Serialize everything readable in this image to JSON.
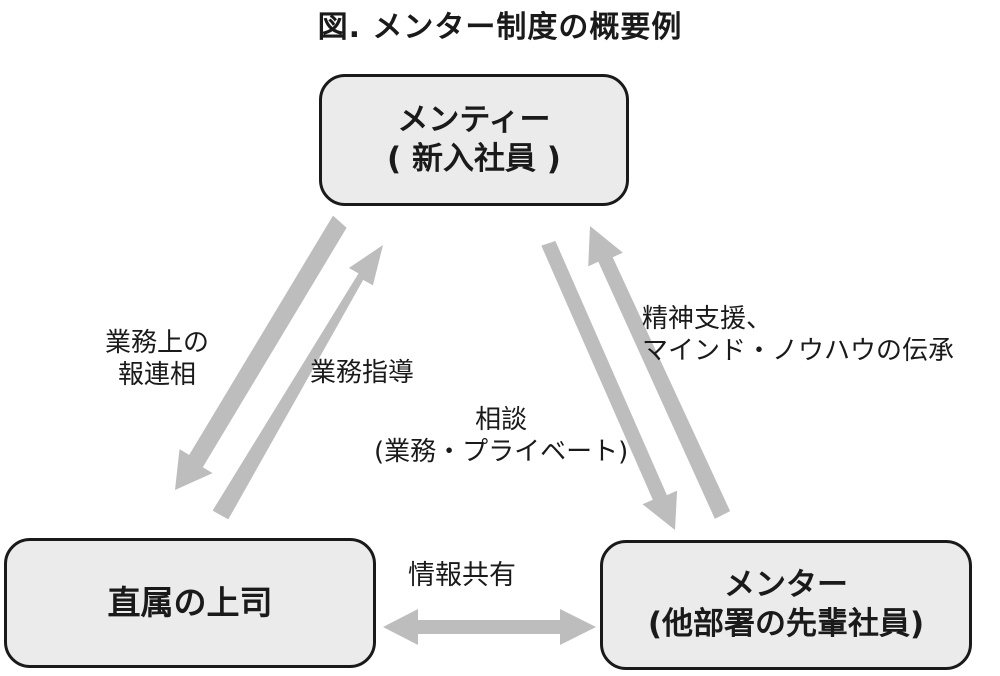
{
  "title": "図. メンター制度の概要例",
  "nodes": {
    "mentee": {
      "line1": "メンティー",
      "line2": "( 新入社員 )"
    },
    "boss": {
      "label": "直属の上司"
    },
    "mentor": {
      "line1": "メンター",
      "line2": "(他部署の先輩社員)"
    }
  },
  "edges": {
    "report": {
      "line1": "業務上の",
      "line2": "報連相"
    },
    "guidance": {
      "label": "業務指導"
    },
    "consult": {
      "line1": "相談",
      "line2": "(業務・プライベート)"
    },
    "support": {
      "line1": "精神支援、",
      "line2": "マインド・ノウハウの伝承"
    },
    "share": {
      "label": "情報共有"
    }
  },
  "colors": {
    "arrow": "#bdbdbd",
    "node_fill": "#ebebeb",
    "border": "#1a1a1a"
  }
}
